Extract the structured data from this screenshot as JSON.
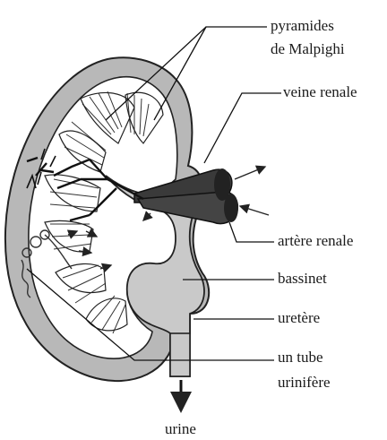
{
  "labels": {
    "pyramides_line1": "pyramides",
    "pyramides_line2": "de Malpighi",
    "veine": "veine renale",
    "artere": "artère renale",
    "bassinet": "bassinet",
    "uretere": "uretère",
    "tube_line1": "un tube",
    "tube_line2": "urinifère",
    "urine": "urine"
  },
  "colors": {
    "cortex": "#b8b8b8",
    "medulla": "#ffffff",
    "pelvis": "#c9c9c9",
    "vessel": "#3a3a3a",
    "outline": "#222222"
  }
}
